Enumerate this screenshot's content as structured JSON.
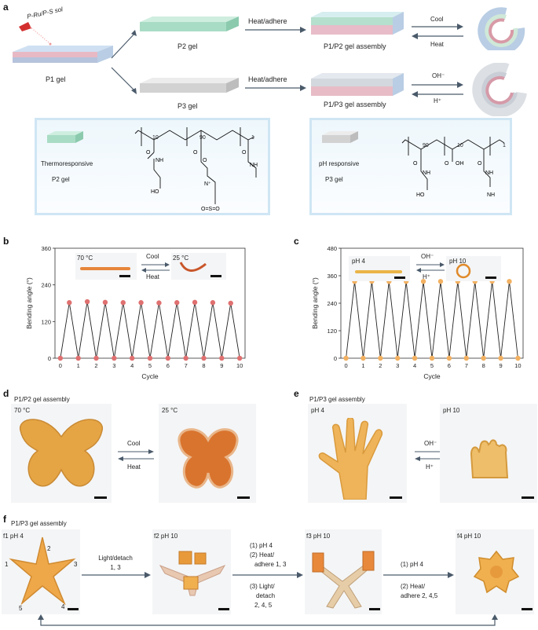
{
  "panel_a": {
    "label": "a",
    "sol_label": "P-Ru/P-S sol",
    "p1": "P1 gel",
    "p2": "P2 gel",
    "p3": "P3 gel",
    "heat_adhere_1": "Heat/adhere",
    "heat_adhere_2": "Heat/adhere",
    "assembly_p1p2": "P1/P2 gel assembly",
    "assembly_p1p3": "P1/P3 gel assembly",
    "cool": "Cool",
    "heat": "Heat",
    "oh": "OH⁻",
    "h": "H⁺",
    "thermo": "Thermoresponsive",
    "p2_gel": "P2 gel",
    "ph_resp": "pH responsive",
    "p3_gel": "P3 gel",
    "p2_subs": [
      "10",
      "90",
      "1"
    ],
    "p3_subs": [
      "90",
      "10",
      "1"
    ]
  },
  "panel_b": {
    "label": "b",
    "ylabel": "Bending angle (°)",
    "xlabel": "Cycle",
    "inset_left": "70 °C",
    "inset_right": "25 °C",
    "arrow_top": "Cool",
    "arrow_bottom": "Heat"
  },
  "panel_c": {
    "label": "c",
    "ylabel": "Bending angle (°)",
    "xlabel": "Cycle",
    "inset_left": "pH 4",
    "inset_right": "pH 10",
    "arrow_top": "OH⁻",
    "arrow_bottom": "H⁺"
  },
  "panel_d": {
    "label": "d",
    "title": "P1/P2 gel assembly",
    "left": "70 °C",
    "right": "25 °C",
    "arrow_top": "Cool",
    "arrow_bottom": "Heat"
  },
  "panel_e": {
    "label": "e",
    "title": "P1/P3 gel assembly",
    "left": "pH 4",
    "right": "pH 10",
    "arrow_top": "OH⁻",
    "arrow_bottom": "H⁺"
  },
  "panel_f": {
    "label": "f",
    "title": "P1/P3 gel assembly",
    "f1": "f1 pH 4",
    "f2": "f2 pH 10",
    "f3": "f3 pH 10",
    "f4": "f4 pH 10",
    "arms": [
      "1",
      "2",
      "3",
      "4",
      "5"
    ],
    "step1": [
      "Light/detach",
      "1, 3"
    ],
    "step2": [
      "(1)  pH 4",
      "(2) Heat/",
      "adhere 1, 3",
      "",
      "(3) Light/",
      "detach",
      "2, 4, 5"
    ],
    "step3": [
      "(1) pH 4",
      "",
      "(2) Heat/",
      "adhere 2, 4,5"
    ]
  },
  "chart_data": [
    {
      "type": "line",
      "title": "",
      "xlabel": "Cycle",
      "ylabel": "Bending angle (°)",
      "xlim": [
        -0.3,
        10.3
      ],
      "ylim": [
        0,
        360
      ],
      "xticks": [
        0,
        1,
        2,
        3,
        4,
        5,
        6,
        7,
        8,
        9,
        10
      ],
      "yticks": [
        0,
        120,
        240,
        360
      ],
      "marker_color": "#e07070",
      "x": [
        0,
        0.5,
        1,
        1.5,
        2,
        2.5,
        3,
        3.5,
        4,
        4.5,
        5,
        5.5,
        6,
        6.5,
        7,
        7.5,
        8,
        8.5,
        9,
        9.5,
        10
      ],
      "y": [
        0,
        182,
        0,
        185,
        0,
        183,
        0,
        182,
        0,
        182,
        0,
        181,
        0,
        182,
        0,
        183,
        0,
        182,
        0,
        180,
        0
      ]
    },
    {
      "type": "line",
      "title": "",
      "xlabel": "Cycle",
      "ylabel": "Bending angle (°)",
      "xlim": [
        -0.3,
        10.3
      ],
      "ylim": [
        0,
        480
      ],
      "xticks": [
        0,
        1,
        2,
        3,
        4,
        5,
        6,
        7,
        8,
        9,
        10
      ],
      "yticks": [
        0,
        120,
        240,
        360,
        480
      ],
      "marker_color": "#f2b060",
      "x": [
        0,
        0.5,
        1,
        1.5,
        2,
        2.5,
        3,
        3.5,
        4,
        4.5,
        5,
        5.5,
        6,
        6.5,
        7,
        7.5,
        8,
        8.5,
        9,
        9.5,
        10
      ],
      "y": [
        0,
        335,
        0,
        336,
        0,
        335,
        0,
        335,
        0,
        335,
        0,
        335,
        0,
        335,
        0,
        335,
        0,
        336,
        0,
        335,
        0
      ]
    }
  ]
}
